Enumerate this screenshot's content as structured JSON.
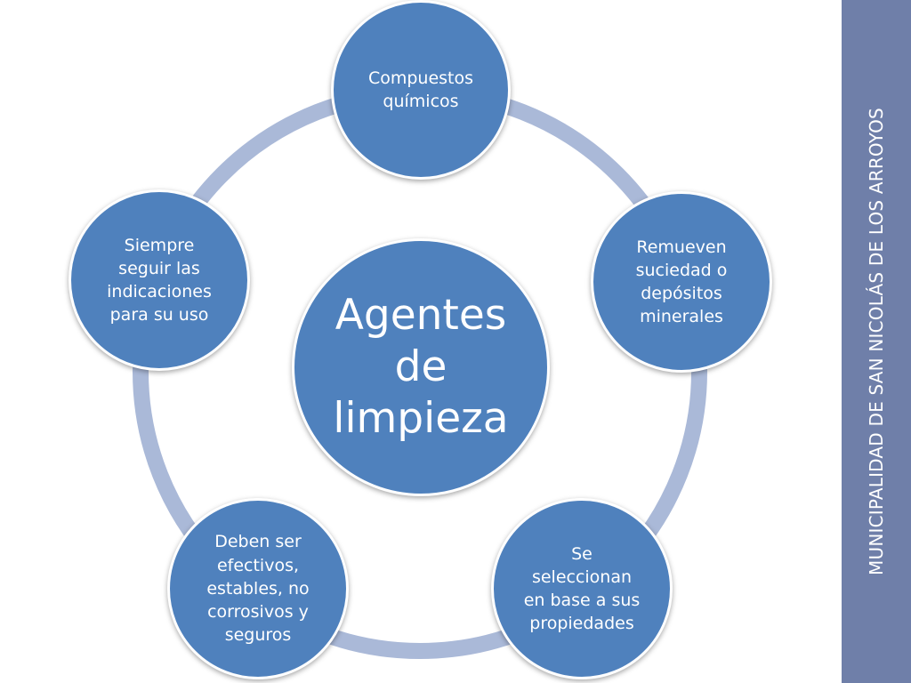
{
  "diagram": {
    "center": {
      "text": "Agentes de limpieza"
    },
    "nodes": [
      {
        "text": "Compuestos químicos"
      },
      {
        "text": "Remueven suciedad o depósitos minerales"
      },
      {
        "text": "Se seleccionan en base a sus propiedades"
      },
      {
        "text": "Deben ser efectivos, estables, no corrosivos y seguros"
      },
      {
        "text": "Siempre seguir las indicaciones para su uso"
      }
    ],
    "colors": {
      "node_fill": "#4f81bd",
      "ring": "#aab9d8",
      "side_band": "#6f7fa9"
    }
  },
  "side_band": {
    "text": "MUNICIPALIDAD DE SAN NICOLÁS DE LOS ARROYOS"
  }
}
